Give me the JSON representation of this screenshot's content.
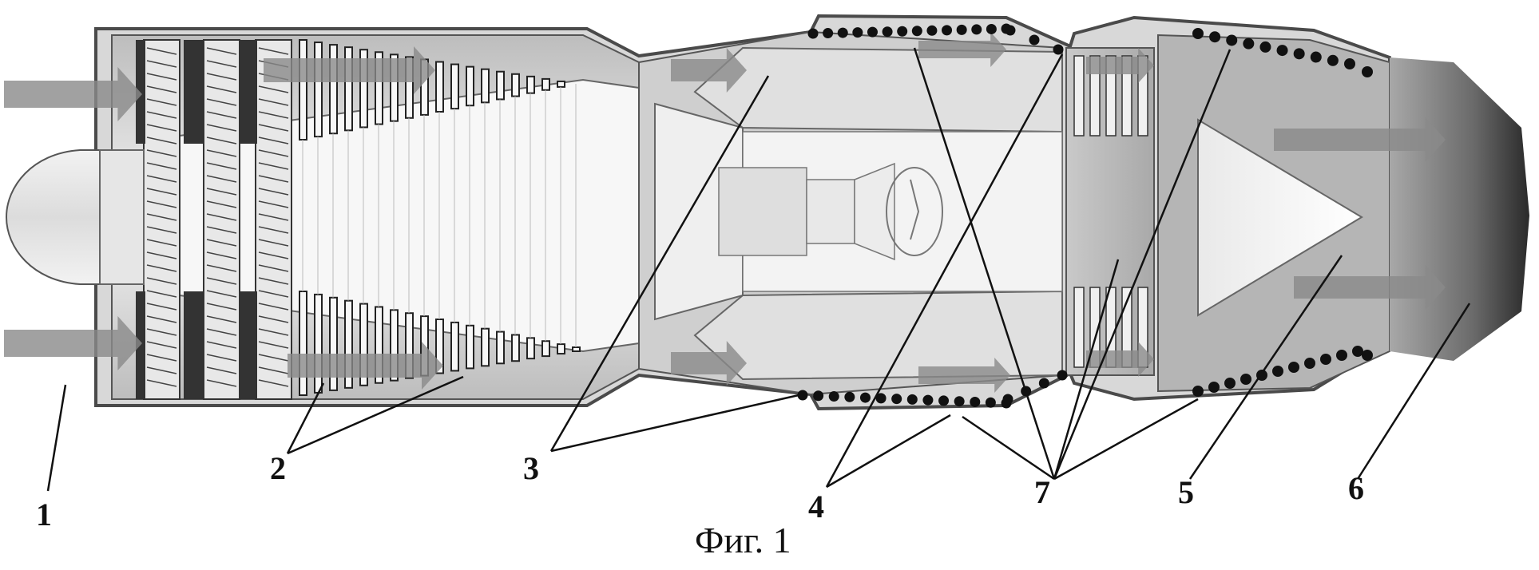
{
  "figure": {
    "caption": "Фиг. 1",
    "callouts": [
      {
        "id": "1",
        "label": "1"
      },
      {
        "id": "2",
        "label": "2"
      },
      {
        "id": "3",
        "label": "3"
      },
      {
        "id": "4",
        "label": "4"
      },
      {
        "id": "5",
        "label": "5"
      },
      {
        "id": "6",
        "label": "6"
      },
      {
        "id": "7",
        "label": "7"
      }
    ]
  },
  "colors": {
    "ink": "#111111",
    "flow_arrow": "#8a8a8a",
    "casing": "#555555",
    "body_fill": "#cfcfcf",
    "dot": "#111111"
  }
}
